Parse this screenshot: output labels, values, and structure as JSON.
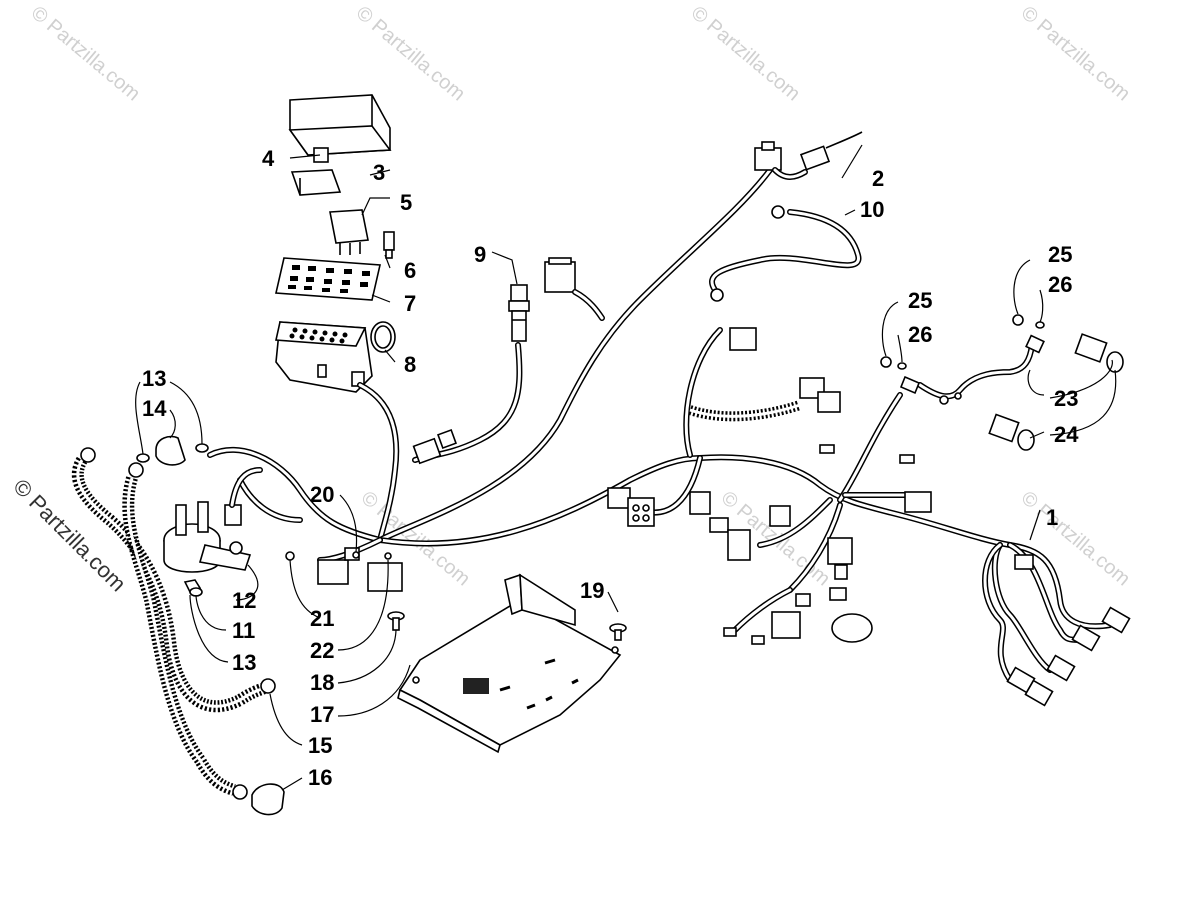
{
  "watermark": {
    "text": "© Partzilla.com",
    "side_text": "© Partzilla.com"
  },
  "callouts": [
    {
      "id": "1",
      "label": "1"
    },
    {
      "id": "2",
      "label": "2"
    },
    {
      "id": "3",
      "label": "3"
    },
    {
      "id": "4",
      "label": "4"
    },
    {
      "id": "5",
      "label": "5"
    },
    {
      "id": "6",
      "label": "6"
    },
    {
      "id": "7",
      "label": "7"
    },
    {
      "id": "8",
      "label": "8"
    },
    {
      "id": "9",
      "label": "9"
    },
    {
      "id": "10",
      "label": "10"
    },
    {
      "id": "11",
      "label": "11"
    },
    {
      "id": "12",
      "label": "12"
    },
    {
      "id": "13a",
      "label": "13"
    },
    {
      "id": "13b",
      "label": "13"
    },
    {
      "id": "14",
      "label": "14"
    },
    {
      "id": "15",
      "label": "15"
    },
    {
      "id": "16",
      "label": "16"
    },
    {
      "id": "17",
      "label": "17"
    },
    {
      "id": "18",
      "label": "18"
    },
    {
      "id": "19",
      "label": "19"
    },
    {
      "id": "20",
      "label": "20"
    },
    {
      "id": "21",
      "label": "21"
    },
    {
      "id": "22",
      "label": "22"
    },
    {
      "id": "23",
      "label": "23"
    },
    {
      "id": "24",
      "label": "24"
    },
    {
      "id": "25a",
      "label": "25"
    },
    {
      "id": "25b",
      "label": "25"
    },
    {
      "id": "26a",
      "label": "26"
    },
    {
      "id": "26b",
      "label": "26"
    }
  ]
}
